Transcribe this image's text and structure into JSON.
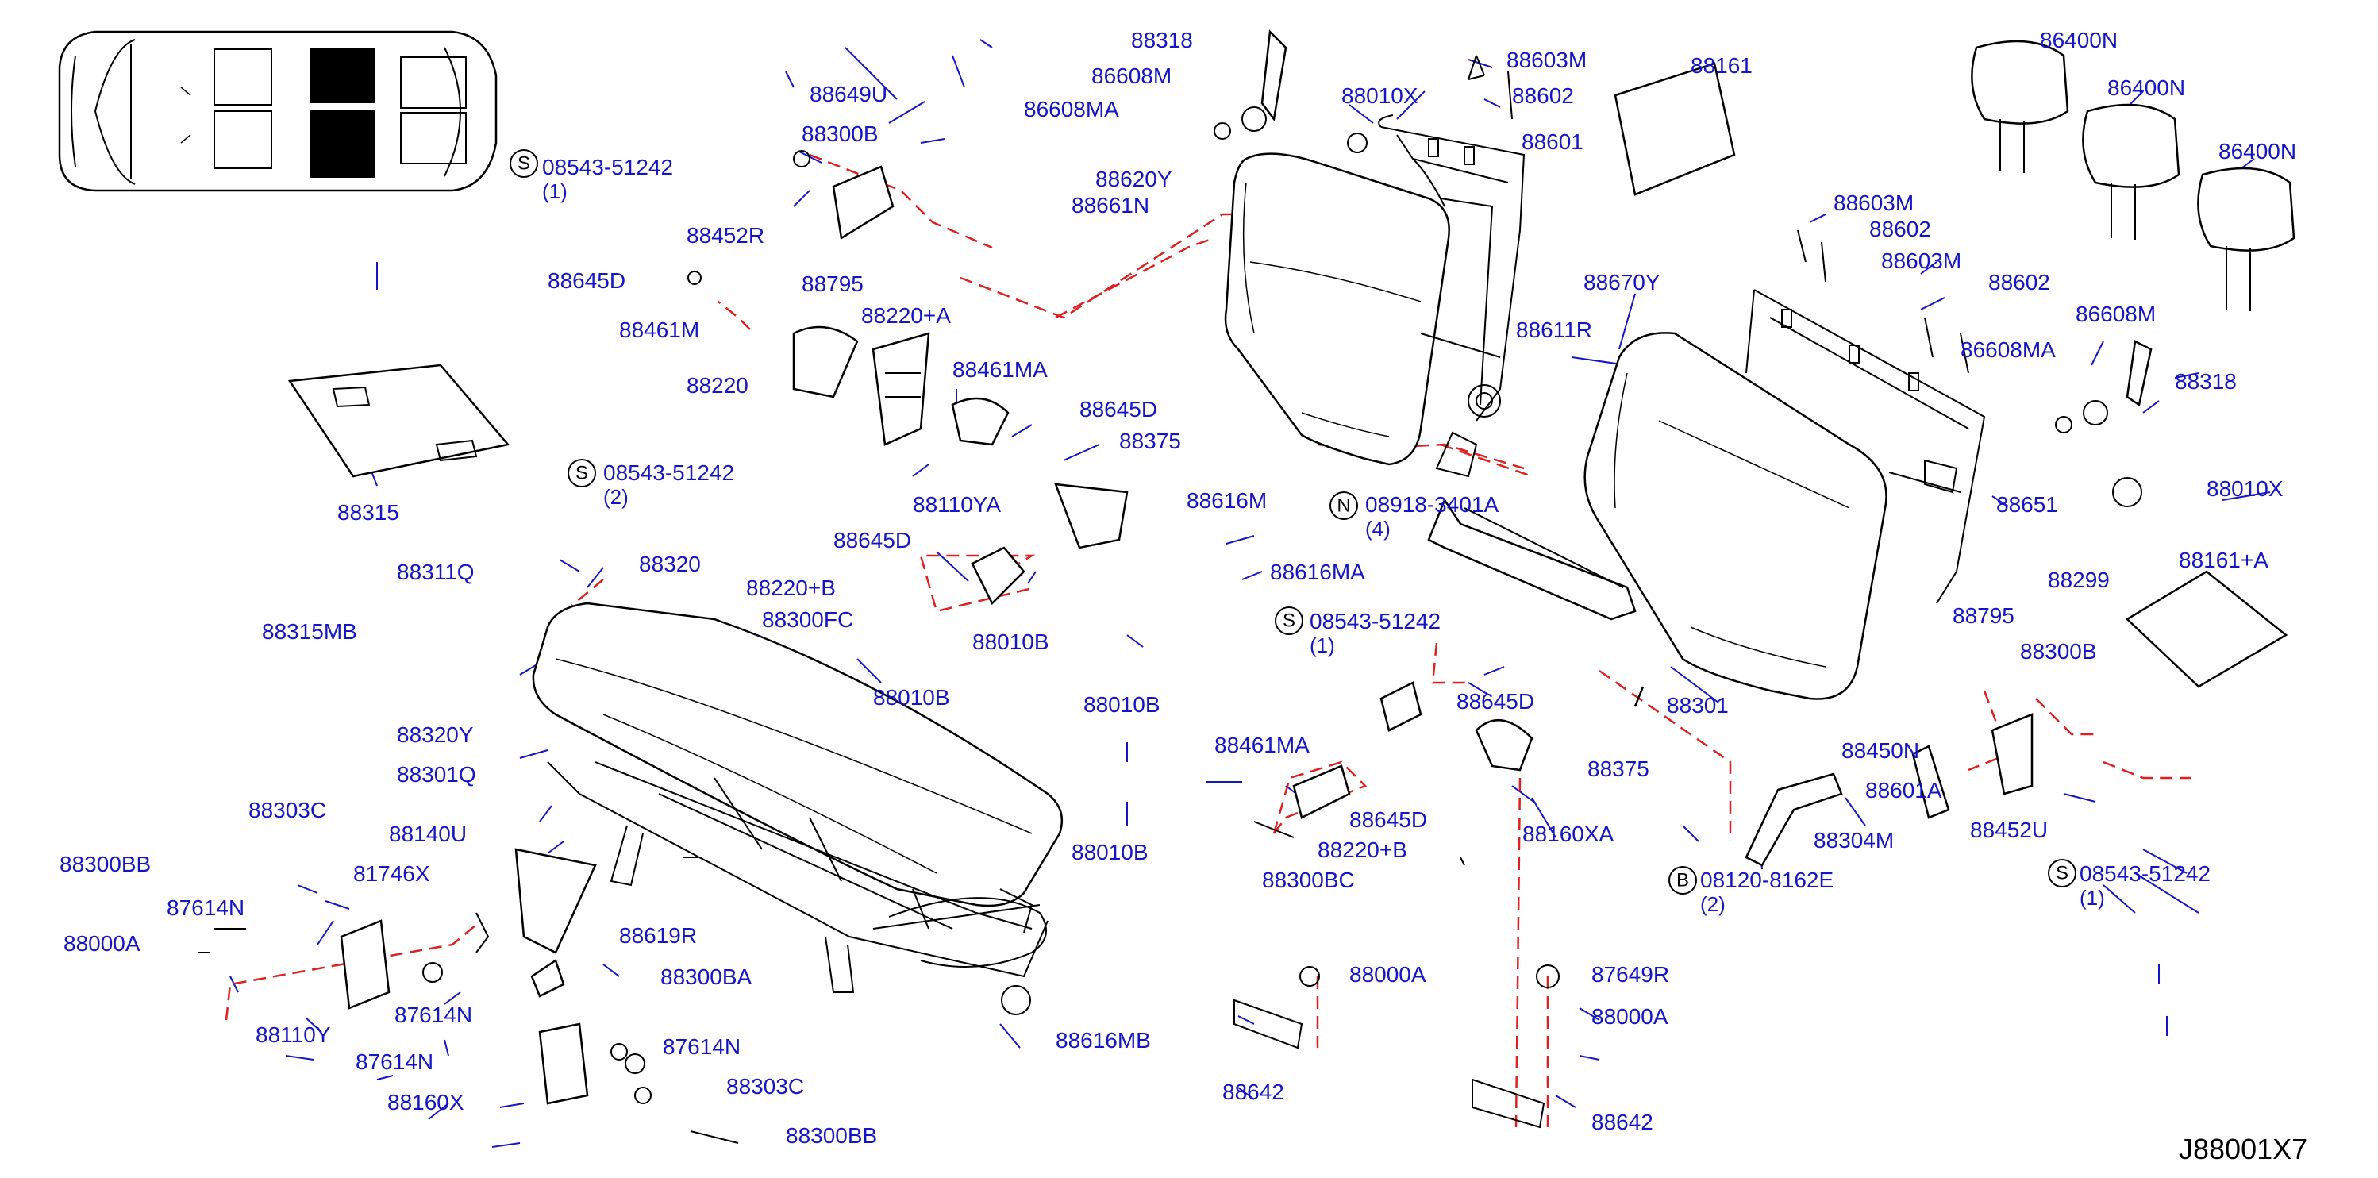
{
  "diagram_code": "J88001X7",
  "labels": {
    "l1": "08543-51242",
    "l2": "88649U",
    "l3": "88300B",
    "l4": "88452R",
    "l5": "88645D",
    "l6": "88461M",
    "l7": "88220",
    "l8": "88220+A",
    "l9": "88795",
    "l10": "88318",
    "l11": "86608M",
    "l12": "86608MA",
    "l13": "88620Y",
    "l14": "88661N",
    "l15": "88010X",
    "l16": "88603M",
    "l17": "88602",
    "l18": "88601",
    "l19": "88161",
    "l20": "86400N",
    "l21": "86400N",
    "l22": "86400N",
    "l23": "88603M",
    "l24": "88602",
    "l25": "88603M",
    "l26": "88602",
    "l27": "88670Y",
    "l28": "88611R",
    "l29": "86608M",
    "l30": "86608MA",
    "l31": "88318",
    "l32": "88461MA",
    "l33": "88645D",
    "l34": "88375",
    "l35": "88110YA",
    "l36": "88315",
    "l37": "08543-51242",
    "l38": "88616M",
    "l39": "88616MA",
    "l40": "08918-3401A",
    "l41": "88651",
    "l42": "88010X",
    "l43": "88161+A",
    "l44": "88645D",
    "l45": "88320",
    "l46": "88311Q",
    "l47": "88220+B",
    "l48": "88300FC",
    "l49": "88010B",
    "l50": "88010B",
    "l51": "88010B",
    "l52": "88010B",
    "l53": "08543-51242",
    "l54": "88301",
    "l55": "88795",
    "l56": "88300B",
    "l57": "88320Y",
    "l58": "88301Q",
    "l59": "88461MA",
    "l60": "88645D",
    "l61": "88375",
    "l62": "88450N",
    "l63": "88601A",
    "l64": "88645D",
    "l65": "88160XA",
    "l66": "88452U",
    "l67": "88220+B",
    "l68": "88300BC",
    "l69": "88304M",
    "l70": "08120-8162E",
    "l71": "08543-51242",
    "l72": "88303C",
    "l73": "88300BB",
    "l74": "88140U",
    "l75": "81746X",
    "l76": "87614N",
    "l77": "88000A",
    "l78": "88619R",
    "l79": "88300BA",
    "l80": "87614N",
    "l81": "88110Y",
    "l82": "88616MB",
    "l83": "88000A",
    "l84": "87649R",
    "l85": "88000A",
    "l86": "87614N",
    "l87": "87614N",
    "l88": "88160X",
    "l89": "88303C",
    "l90": "88300BB",
    "l91": "88642",
    "l92": "88642",
    "l93": "88315MB",
    "l94": "88299"
  },
  "counts": {
    "c1": "(1)",
    "c2": "(2)",
    "c3": "(4)",
    "c4": "(1)",
    "c5": "(2)",
    "c6": "(1)"
  },
  "circled_prefixes": {
    "p1": "S",
    "p2": "S",
    "p3": "N",
    "p4": "S",
    "p5": "B",
    "p6": "S"
  }
}
